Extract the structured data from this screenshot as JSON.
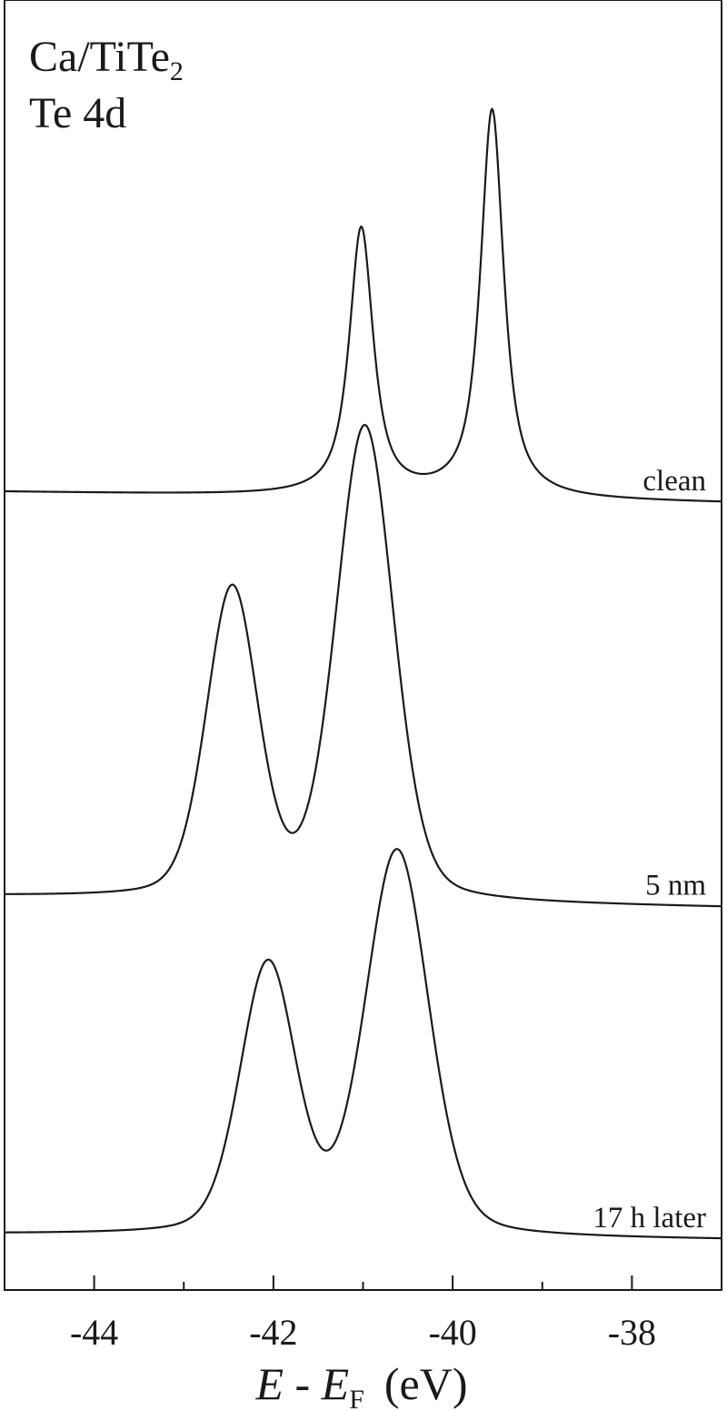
{
  "chart_data": {
    "type": "line",
    "title_line1": "Ca/TiTe",
    "title_line1_sub": "2",
    "title_line2": "Te 4d",
    "xlabel": {
      "var1": "E",
      "dash": " - ",
      "var2": "E",
      "var2_sub": "F",
      "unit": "(eV)"
    },
    "xlim": [
      -45.0,
      -37.0
    ],
    "x_ticks": [
      -44,
      -42,
      -40,
      -38
    ],
    "x_tick_labels": [
      "-44",
      "-42",
      "-40",
      "-38"
    ],
    "x_minor_ticks": [
      -45,
      -43,
      -41,
      -39,
      -37
    ],
    "y_ticks": false,
    "grid": false,
    "legend": "none",
    "line_color": "#1a1a1a",
    "series": [
      {
        "name": "clean",
        "offset": 2.18,
        "peaks": [
          {
            "center": -41.02,
            "width": 0.16,
            "height": 1.44
          },
          {
            "center": -39.56,
            "width": 0.155,
            "height": 2.09
          }
        ],
        "baseline_start": 0.0,
        "baseline_end": -0.06,
        "x": [
          -45.0,
          -44.0,
          -43.0,
          -42.0,
          -41.5,
          -41.2,
          -41.02,
          -40.8,
          -40.6,
          -40.4,
          -40.2,
          -40.0,
          -39.8,
          -39.56,
          -39.3,
          -39.0,
          -38.5,
          -38.0,
          -37.0
        ],
        "y": [
          2.18,
          2.19,
          2.22,
          2.35,
          2.62,
          3.05,
          3.62,
          2.95,
          2.52,
          2.42,
          2.5,
          2.74,
          3.35,
          4.27,
          3.1,
          2.38,
          2.18,
          2.14,
          2.12
        ]
      },
      {
        "name": "5 nm",
        "offset": 0.0,
        "peaks": [
          {
            "center": -42.46,
            "width": 0.34,
            "height": 1.66
          },
          {
            "center": -40.98,
            "width": 0.38,
            "height": 2.55
          }
        ],
        "baseline_start": 0.0,
        "baseline_end": -0.06,
        "x": [
          -45.0,
          -44.0,
          -43.5,
          -43.0,
          -42.7,
          -42.46,
          -42.2,
          -42.0,
          -41.77,
          -41.5,
          -41.2,
          -40.98,
          -40.7,
          -40.4,
          -40.0,
          -39.5,
          -39.0,
          -38.0,
          -37.0
        ],
        "y": [
          0.0,
          0.01,
          0.05,
          0.35,
          1.07,
          1.72,
          1.32,
          0.7,
          0.52,
          1.05,
          2.18,
          2.62,
          2.05,
          0.9,
          0.22,
          0.02,
          -0.04,
          -0.05,
          -0.06
        ]
      },
      {
        "name": "17 h later",
        "offset": -1.82,
        "peaks": [
          {
            "center": -42.06,
            "width": 0.37,
            "height": 1.45
          },
          {
            "center": -40.62,
            "width": 0.42,
            "height": 2.07
          }
        ],
        "baseline_start": 0.0,
        "baseline_end": -0.03,
        "x": [
          -45.0,
          -44.0,
          -43.0,
          -42.6,
          -42.3,
          -42.06,
          -41.8,
          -41.46,
          -41.2,
          -41.0,
          -40.8,
          -40.62,
          -40.3,
          -40.0,
          -39.5,
          -39.0,
          -38.0,
          -37.0
        ],
        "y": [
          -1.82,
          -1.82,
          -1.72,
          -1.1,
          -0.65,
          -0.35,
          -0.6,
          -0.86,
          -0.62,
          -0.2,
          0.1,
          0.26,
          0.04,
          -0.44,
          -1.28,
          -1.72,
          -1.82,
          -1.84
        ]
      }
    ],
    "curve_labels": [
      "clean",
      "5 nm",
      "17 h later"
    ],
    "ylim": [
      -2.12,
      4.83
    ]
  }
}
